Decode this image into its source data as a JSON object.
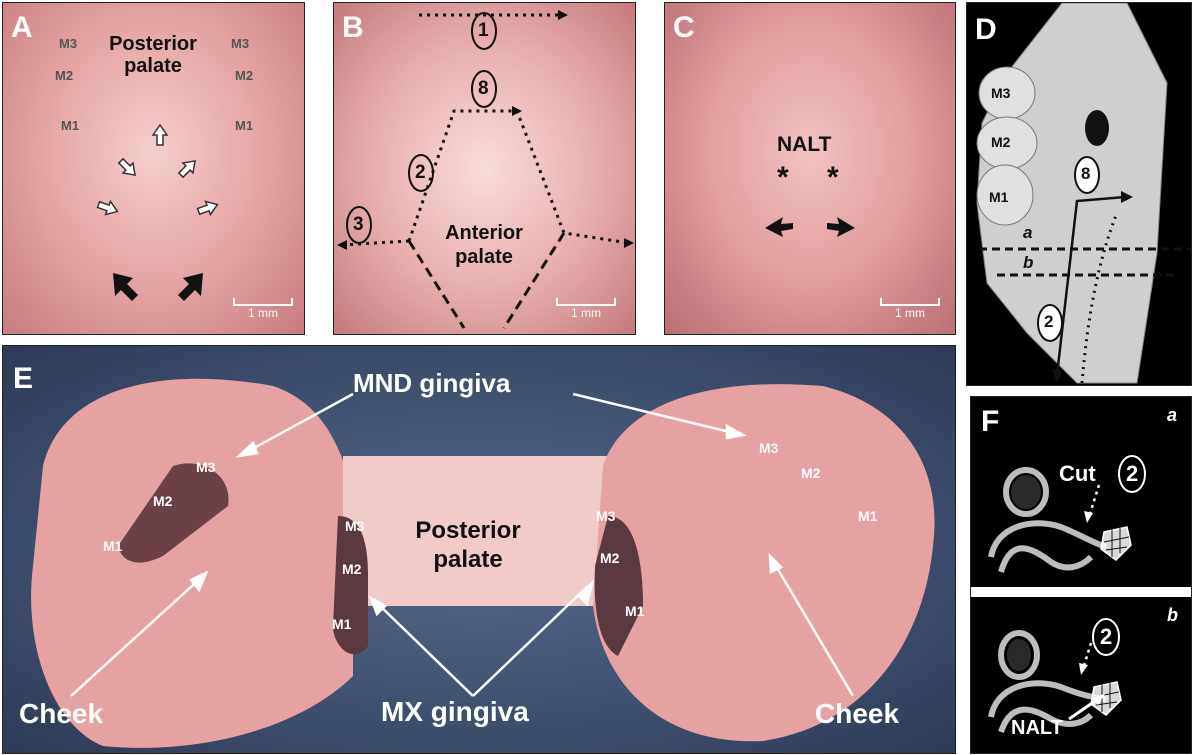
{
  "panel_letters": {
    "A": "A",
    "B": "B",
    "C": "C",
    "D": "D",
    "E": "E",
    "F": "F"
  },
  "panel_a": {
    "title_line1": "Posterior",
    "title_line2": "palate",
    "m3_left": "M3",
    "m2_left": "M2",
    "m1_left": "M1",
    "m3_right": "M3",
    "m2_right": "M2",
    "m1_right": "M1",
    "scale": "1 mm"
  },
  "panel_b": {
    "cut1": "1",
    "cut8": "8",
    "cut2": "2",
    "cut3": "3",
    "label_line1": "Anterior",
    "label_line2": "palate",
    "scale": "1 mm"
  },
  "panel_c": {
    "nalt": "NALT",
    "asterisk_left": "*",
    "asterisk_right": "*",
    "scale": "1 mm"
  },
  "panel_d": {
    "m3": "M3",
    "m2": "M2",
    "m1": "M1",
    "cut8": "8",
    "cut2": "2",
    "plane_a": "a",
    "plane_b": "b"
  },
  "panel_e": {
    "mnd_gingiva": "MND gingiva",
    "mx_gingiva": "MX gingiva",
    "cheek_left": "Cheek",
    "cheek_right": "Cheek",
    "posterior_line1": "Posterior",
    "posterior_line2": "palate",
    "lc_m3": "M3",
    "lc_m2": "M2",
    "lc_m1": "M1",
    "lmx_m3": "M3",
    "lmx_m2": "M2",
    "lmx_m1": "M1",
    "rmx_m3": "M3",
    "rmx_m2": "M2",
    "rmx_m1": "M1",
    "rc_m3": "M3",
    "rc_m2": "M2",
    "rc_m1": "M1"
  },
  "panel_f": {
    "cut_word": "Cut",
    "cut2_top": "2",
    "cut2_bottom": "2",
    "sub_a": "a",
    "sub_b": "b",
    "nalt": "NALT"
  },
  "colors": {
    "tissue": "#e9a7a8",
    "tissue_light": "#f3c9c8",
    "background_blue": "#3e4f6e",
    "ct_black": "#000000"
  }
}
